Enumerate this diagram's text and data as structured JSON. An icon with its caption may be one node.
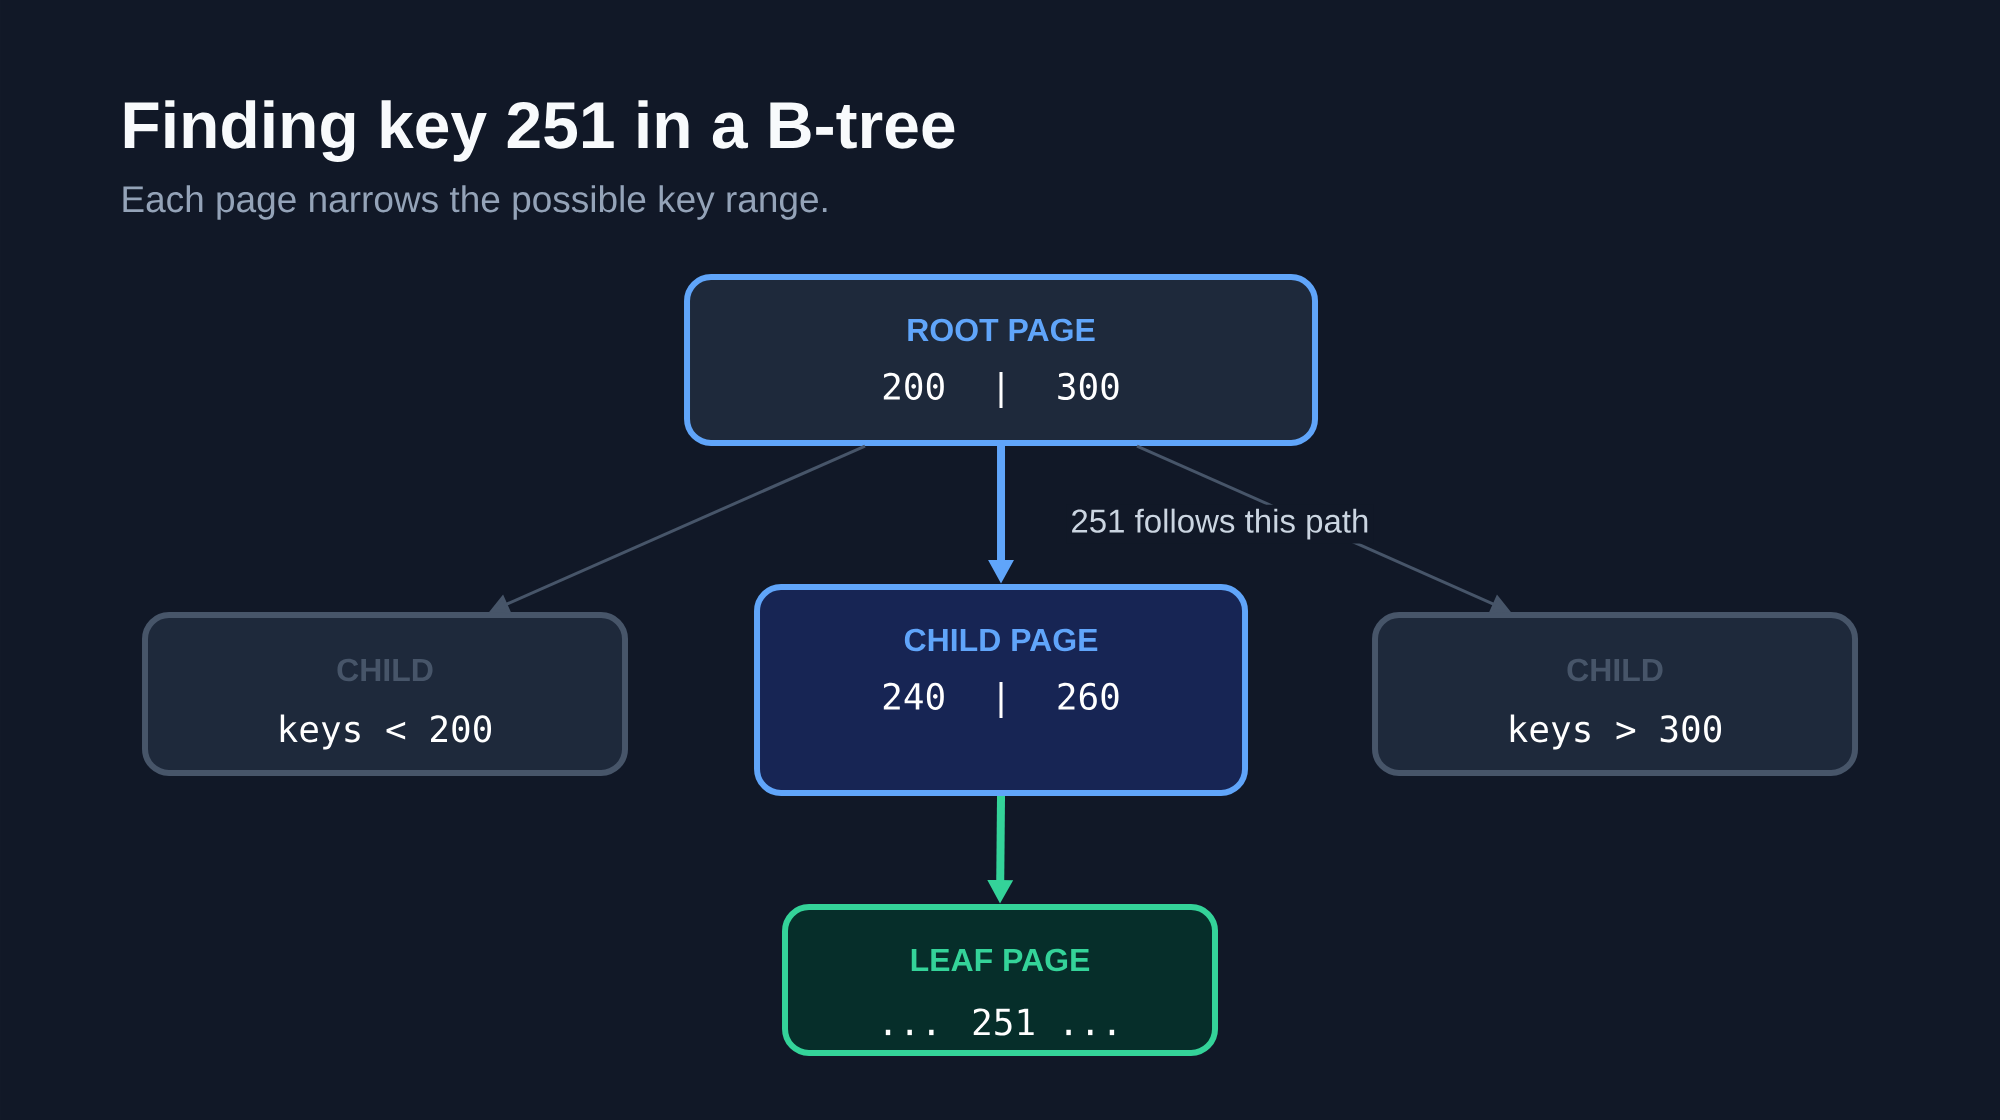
{
  "diagram": {
    "title": "Finding key 251 in a B-tree",
    "caption": "Each page narrows the possible key range.",
    "nodes": [
      {
        "text": [
          "ROOT PAGE",
          "200 | 300"
        ]
      },
      {
        "text": [
          "CHILD",
          "keys < 200"
        ]
      },
      {
        "text": [
          "CHILD PAGE",
          "240 | 260"
        ]
      },
      {
        "text": [
          "CHILD",
          "keys > 300"
        ]
      },
      {
        "text": [
          "LEAF PAGE",
          "... 251 ..."
        ]
      }
    ],
    "edges": [
      {
        "from": 0,
        "to": 1,
        "arrow": "to"
      },
      {
        "from": 0,
        "to": 2,
        "arrow": "to",
        "style": "thick",
        "color": "#60a5fa"
      },
      {
        "from": 0,
        "to": 3,
        "arrow": "to"
      },
      {
        "from": 2,
        "to": 4,
        "arrow": "to",
        "style": "thick",
        "color": "#34d399"
      }
    ],
    "labels": [
      "251 follows this path"
    ]
  }
}
